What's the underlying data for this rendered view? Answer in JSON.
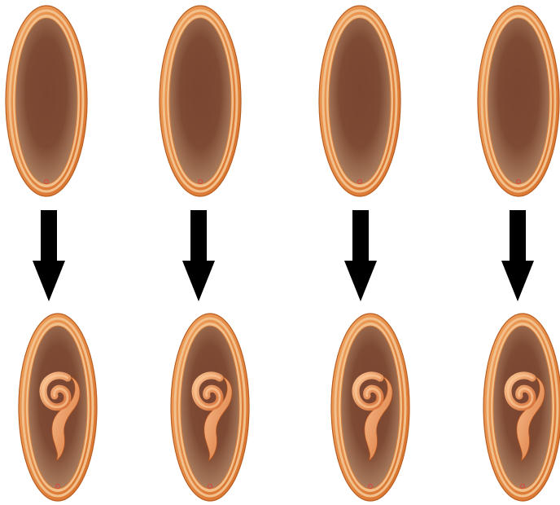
{
  "columns": [
    {
      "id": 1,
      "before": "empty-egg-icon",
      "arrow": "arrow-down-icon",
      "after": "larva-egg-icon"
    },
    {
      "id": 2,
      "before": "empty-egg-icon",
      "arrow": "arrow-down-icon",
      "after": "larva-egg-icon"
    },
    {
      "id": 3,
      "before": "empty-egg-icon",
      "arrow": "arrow-down-icon",
      "after": "larva-egg-icon"
    },
    {
      "id": 4,
      "before": "empty-egg-icon",
      "arrow": "arrow-down-icon",
      "after": "larva-egg-icon"
    }
  ],
  "colors": {
    "background": "#ffffff",
    "shell_outer": "#e5883f",
    "shell_rim": "#f2c08c",
    "shell_inner_edge": "#d07a3a",
    "interior_dark": "#7e4a33",
    "interior_light": "#b58a6a",
    "marker": "#e0403a",
    "larva_light": "#f6ad72",
    "larva_dark": "#c9622c",
    "arrow": "#000000"
  }
}
